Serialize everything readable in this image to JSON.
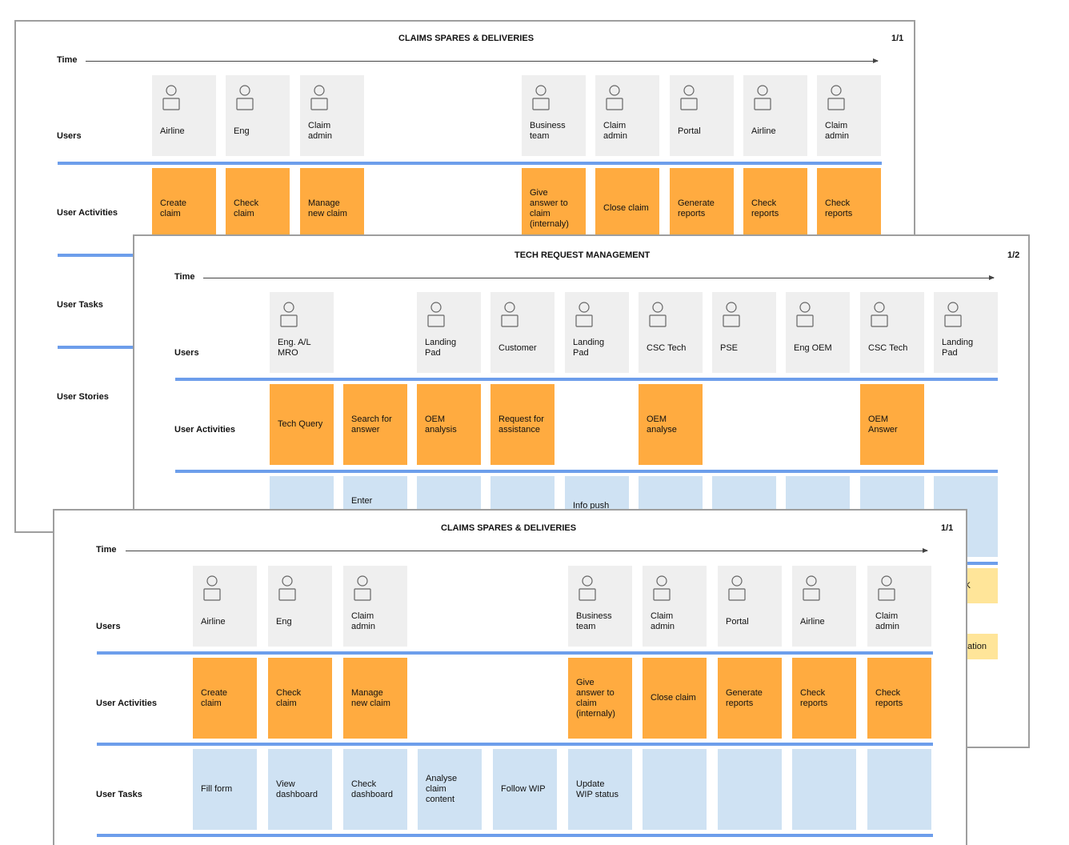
{
  "slides": {
    "back": {
      "title": "CLAIMS SPARES & DELIVERIES",
      "page": "1/1",
      "time_label": "Time",
      "row_labels": [
        "Users",
        "User Activities",
        "User Tasks",
        "User Stories"
      ],
      "users": [
        "Airline",
        "Eng",
        "Claim\nadmin",
        "Business\nteam",
        "Claim\nadmin",
        "Portal",
        "Airline",
        "Claim\nadmin"
      ],
      "activities": [
        "Create\nclaim",
        "Check\nclaim",
        "Manage\nnew claim",
        "Give\nanswer to\nclaim\n(internaly)",
        "Close claim",
        "Generate\nreports",
        "Check\nreports",
        "Check\nreports"
      ]
    },
    "middle": {
      "title": "TECH REQUEST MANAGEMENT",
      "page": "1/2",
      "time_label": "Time",
      "row_labels": [
        "Users",
        "User Activities"
      ],
      "users": [
        "Eng.  A/L\nMRO",
        "Landing\nPad",
        "Customer",
        "Landing\nPad",
        "CSC Tech",
        "PSE",
        "Eng OEM",
        "CSC Tech",
        "Landing\nPad"
      ],
      "activities": [
        "Tech Query",
        "Search for\nanswer",
        "OEM\nanalysis",
        "Request for\nassistance",
        "OEM\nanalyse",
        "OEM\nAnswer"
      ],
      "tasks_visible": [
        "Enter",
        "Info push"
      ],
      "partial_fragments": [
        "r",
        "OK",
        "ation"
      ]
    },
    "front": {
      "title": "CLAIMS SPARES & DELIVERIES",
      "page": "1/1",
      "time_label": "Time",
      "row_labels": [
        "Users",
        "User Activities",
        "User Tasks"
      ],
      "users": [
        "Airline",
        "Eng",
        "Claim\nadmin",
        "Business\nteam",
        "Claim\nadmin",
        "Portal",
        "Airline",
        "Claim\nadmin"
      ],
      "activities": [
        "Create\nclaim",
        "Check\nclaim",
        "Manage\nnew claim",
        "Give\nanswer to\nclaim\n(internaly)",
        "Close claim",
        "Generate\nreports",
        "Check\nreports",
        "Check\nreports"
      ],
      "tasks": [
        "Fill form",
        "View\ndashboard",
        "Check\ndashboard",
        "Analyse\nclaim\ncontent",
        "Follow WIP",
        "Update\nWIP status",
        "",
        "",
        "",
        ""
      ]
    }
  },
  "colors": {
    "user_card": "#efefef",
    "activity_card": "#ffab40",
    "task_card": "#cfe2f3",
    "story_card": "#ffe599",
    "separator": "#6d9eeb",
    "slide_border": "#9e9e9e"
  },
  "icons": {
    "user_icon": "person-outline-icon"
  }
}
